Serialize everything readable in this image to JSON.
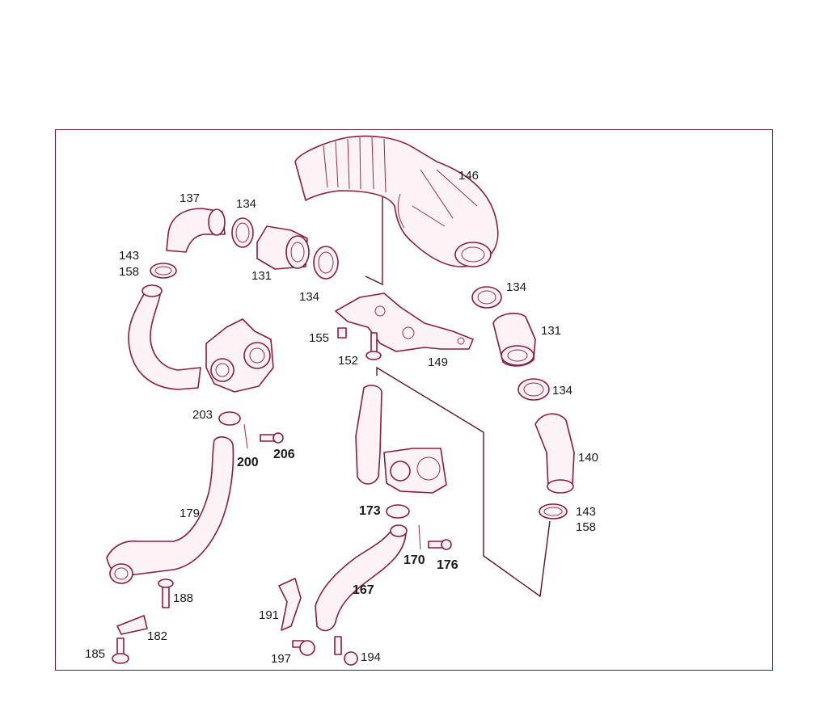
{
  "diagram": {
    "callouts": [
      {
        "id": "c146",
        "text": "146"
      },
      {
        "id": "c137",
        "text": "137"
      },
      {
        "id": "c134a",
        "text": "134"
      },
      {
        "id": "c143a",
        "text": "143"
      },
      {
        "id": "c158a",
        "text": "158"
      },
      {
        "id": "c131a",
        "text": "131"
      },
      {
        "id": "c134b",
        "text": "134"
      },
      {
        "id": "c134c",
        "text": "134"
      },
      {
        "id": "c155",
        "text": "155"
      },
      {
        "id": "c131b",
        "text": "131"
      },
      {
        "id": "c152",
        "text": "152"
      },
      {
        "id": "c149",
        "text": "149"
      },
      {
        "id": "c134d",
        "text": "134"
      },
      {
        "id": "c203",
        "text": "203"
      },
      {
        "id": "c200",
        "text": "200"
      },
      {
        "id": "c206",
        "text": "206"
      },
      {
        "id": "c140",
        "text": "140"
      },
      {
        "id": "c179",
        "text": "179"
      },
      {
        "id": "c173",
        "text": "173"
      },
      {
        "id": "c143b",
        "text": "143"
      },
      {
        "id": "c158b",
        "text": "158"
      },
      {
        "id": "c170",
        "text": "170"
      },
      {
        "id": "c176",
        "text": "176"
      },
      {
        "id": "c188",
        "text": "188"
      },
      {
        "id": "c167",
        "text": "167"
      },
      {
        "id": "c191",
        "text": "191"
      },
      {
        "id": "c182",
        "text": "182"
      },
      {
        "id": "c185",
        "text": "185"
      },
      {
        "id": "c197",
        "text": "197"
      },
      {
        "id": "c194",
        "text": "194"
      }
    ]
  }
}
